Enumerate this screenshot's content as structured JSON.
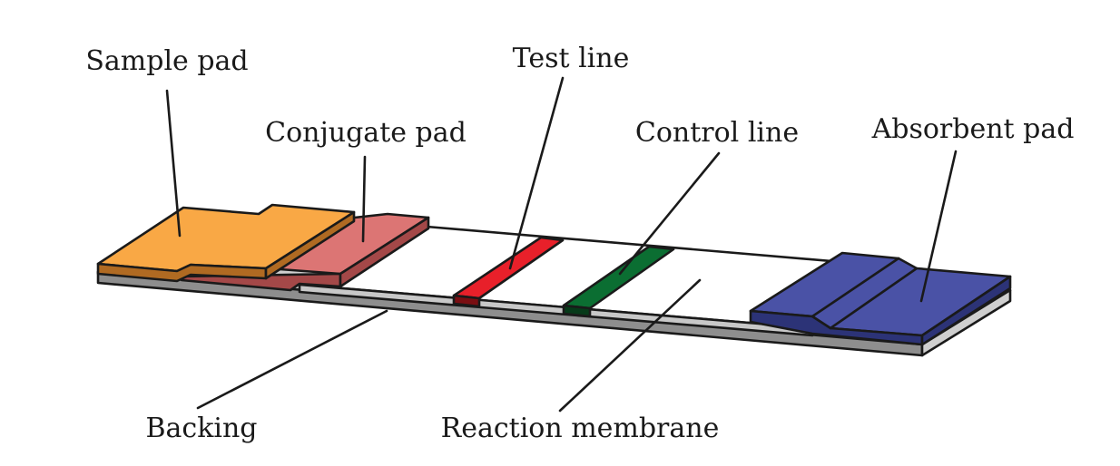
{
  "diagram": {
    "labels": {
      "sample_pad": "Sample pad",
      "conjugate_pad": "Conjugate pad",
      "test_line": "Test line",
      "control_line": "Control line",
      "absorbent_pad": "Absorbent pad",
      "backing": "Backing",
      "reaction_membrane": "Reaction membrane"
    },
    "colors": {
      "sample_pad_top": "#F9A845",
      "sample_pad_side": "#B06A22",
      "conjugate_pad_top": "#DC7574",
      "conjugate_pad_side": "#A44848",
      "membrane_top": "#FFFFFF",
      "membrane_edge": "#C8C8C8",
      "test_line_top": "#E8202A",
      "test_line_side": "#7A0E12",
      "control_line_top": "#0B6E32",
      "control_line_side": "#063A19",
      "absorbent_pad_top": "#4A52A6",
      "absorbent_pad_side": "#2C3377",
      "backing_top": "#CFCFCF",
      "backing_side": "#8E8E8E",
      "outline": "#1A1A1A"
    }
  }
}
